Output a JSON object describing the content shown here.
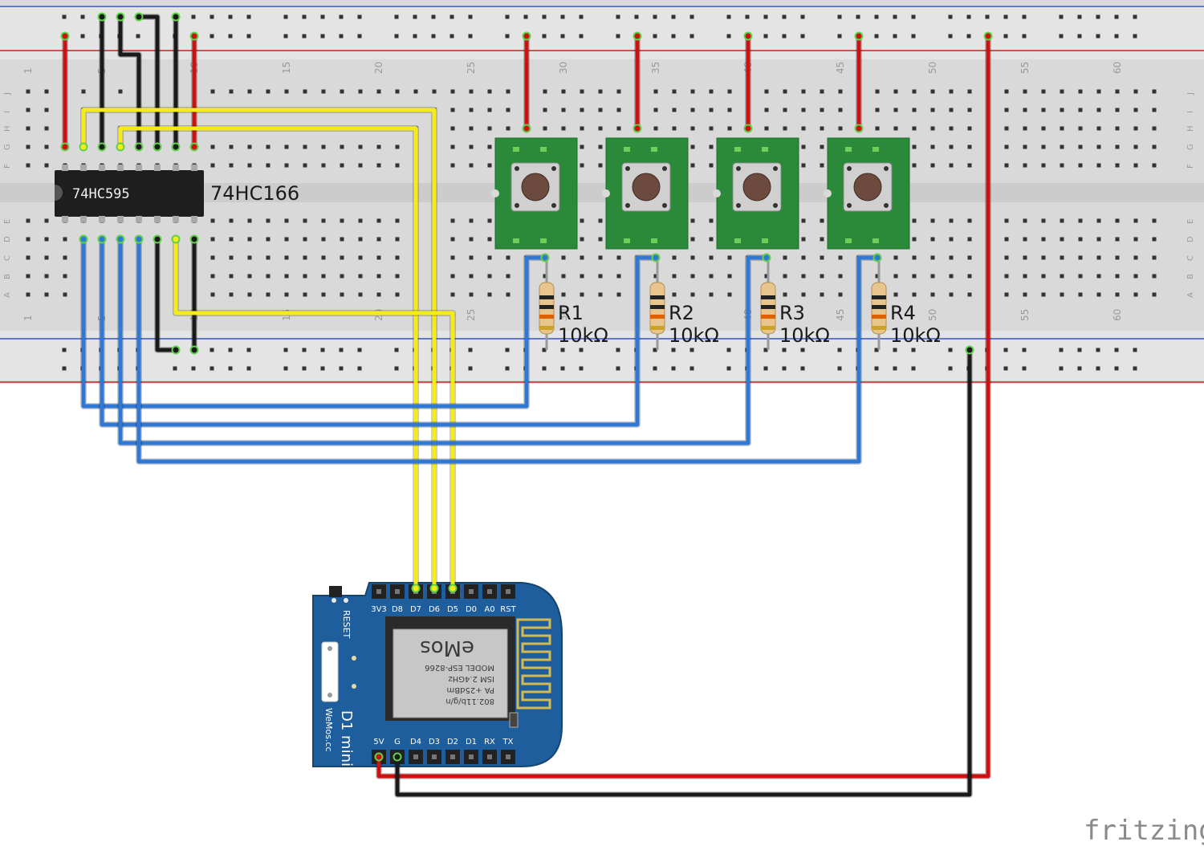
{
  "breadboard": {
    "column_numbers": [
      "1",
      "5",
      "10",
      "15",
      "20",
      "25",
      "30",
      "35",
      "40",
      "45",
      "50",
      "55",
      "60"
    ],
    "row_letters_top": [
      "J",
      "I",
      "H",
      "G",
      "F"
    ],
    "row_letters_bottom": [
      "E",
      "D",
      "C",
      "B",
      "A"
    ]
  },
  "chip": {
    "marking": "74HC595",
    "label": "74HC166"
  },
  "resistors": [
    {
      "name": "R1",
      "value": "10kΩ"
    },
    {
      "name": "R2",
      "value": "10kΩ"
    },
    {
      "name": "R3",
      "value": "10kΩ"
    },
    {
      "name": "R4",
      "value": "10kΩ"
    }
  ],
  "buttons_count": 4,
  "board": {
    "top_pins": [
      "3V3",
      "D8",
      "D7",
      "D6",
      "D5",
      "D0",
      "A0",
      "RST"
    ],
    "bottom_pins": [
      "5V",
      "G",
      "D4",
      "D3",
      "D2",
      "D1",
      "RX",
      "TX"
    ],
    "reset_label": "RESET",
    "name": "D1 mini",
    "site": "WeMos.cc",
    "module_lines": [
      "802.11b/g/n",
      "PA +25dBm",
      "ISM 2.4GHz",
      "MODEL  ESP-8266"
    ],
    "brand": "eMos"
  },
  "watermark": "fritzing",
  "colors": {
    "wire_red": "#cc1111",
    "wire_black": "#1a1a1a",
    "wire_yellow": "#f5ec15",
    "wire_blue": "#2f79d4",
    "board_blue": "#1f5e9c",
    "button_green": "#2a8a3a"
  }
}
